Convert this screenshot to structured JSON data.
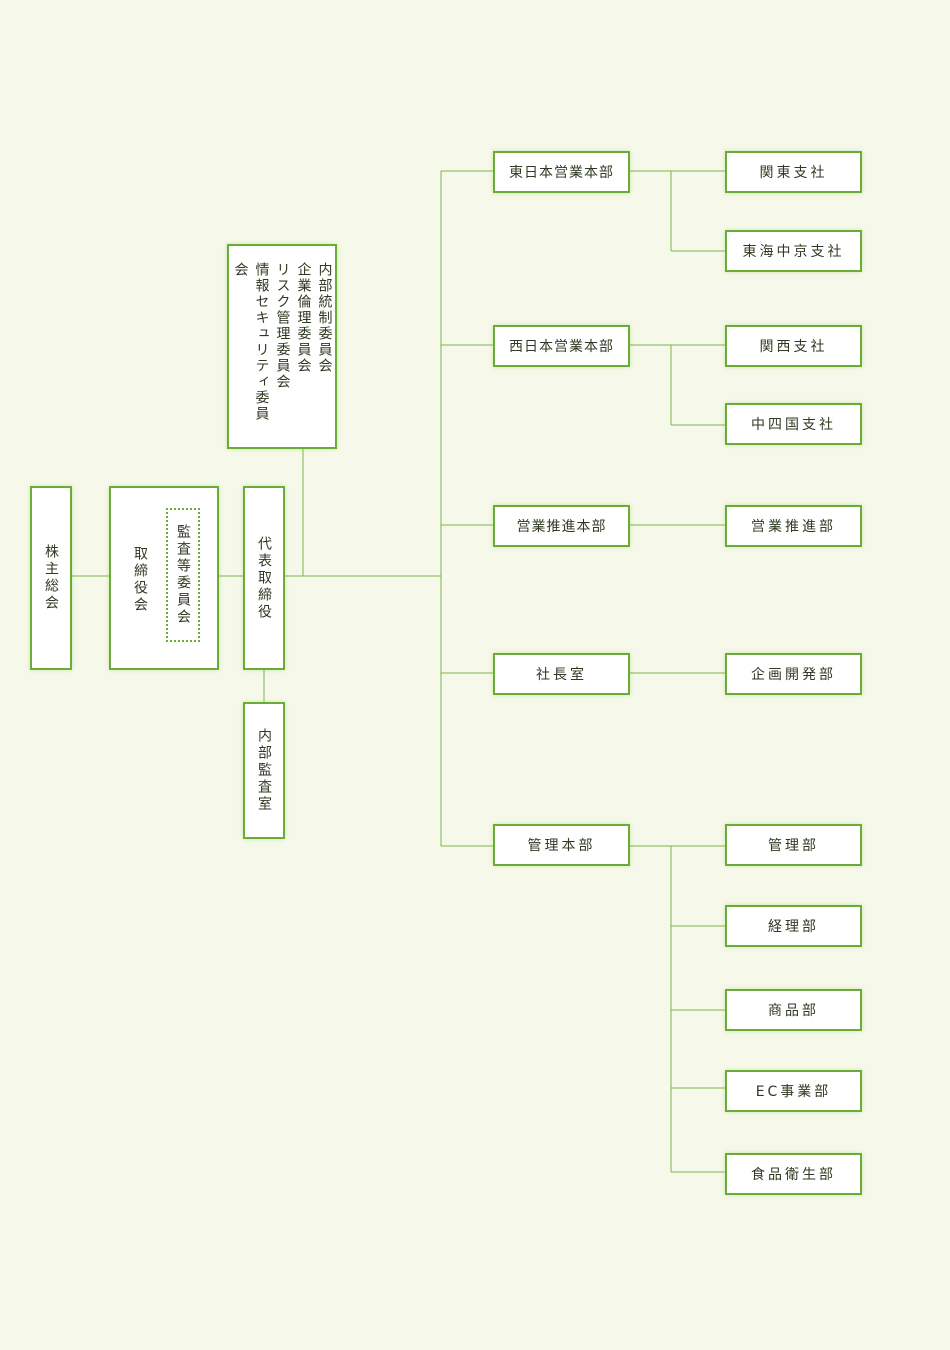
{
  "shareholders_meeting": "株主総会",
  "board_of_directors": "取締役会",
  "audit_committee": "監査等委員会",
  "representative_director": "代表取締役",
  "internal_audit_office": "内部監査室",
  "committees": [
    "内部統制委員会",
    "企業倫理委員会",
    "リスク管理委員会",
    "情報セキュリティ委員会"
  ],
  "headquarters": {
    "east_japan_sales": "東日本営業本部",
    "west_japan_sales": "西日本営業本部",
    "sales_promotion_hq": "営業推進本部",
    "president_office": "社長室",
    "administration_hq": "管理本部"
  },
  "departments": {
    "kanto_branch": "関東支社",
    "tokai_chukyo_branch": "東海中京支社",
    "kansai_branch": "関西支社",
    "chushikoku_branch": "中四国支社",
    "sales_promotion_dept": "営業推進部",
    "planning_development_dept": "企画開発部",
    "administration_dept": "管理部",
    "accounting_dept": "経理部",
    "merchandise_dept": "商品部",
    "ec_business_dept": "EC事業部",
    "food_hygiene_dept": "食品衛生部"
  },
  "colors": {
    "accent": "#6aac35",
    "line": "#7cb548",
    "background": "#f6f9ea"
  }
}
